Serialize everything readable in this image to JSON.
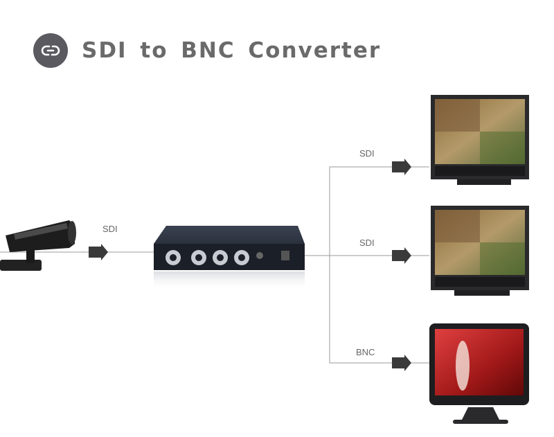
{
  "header": {
    "title": "SDI to BNC Converter",
    "logo_icon": "loop-icon"
  },
  "connections": {
    "input_label": "SDI",
    "outputs": [
      {
        "label": "SDI"
      },
      {
        "label": "SDI"
      },
      {
        "label": "BNC"
      }
    ]
  },
  "colors": {
    "badge": "#5a5a60",
    "title": "#6a6a6a",
    "line": "#9a9a9a",
    "arrow": "#3a3a3a"
  }
}
